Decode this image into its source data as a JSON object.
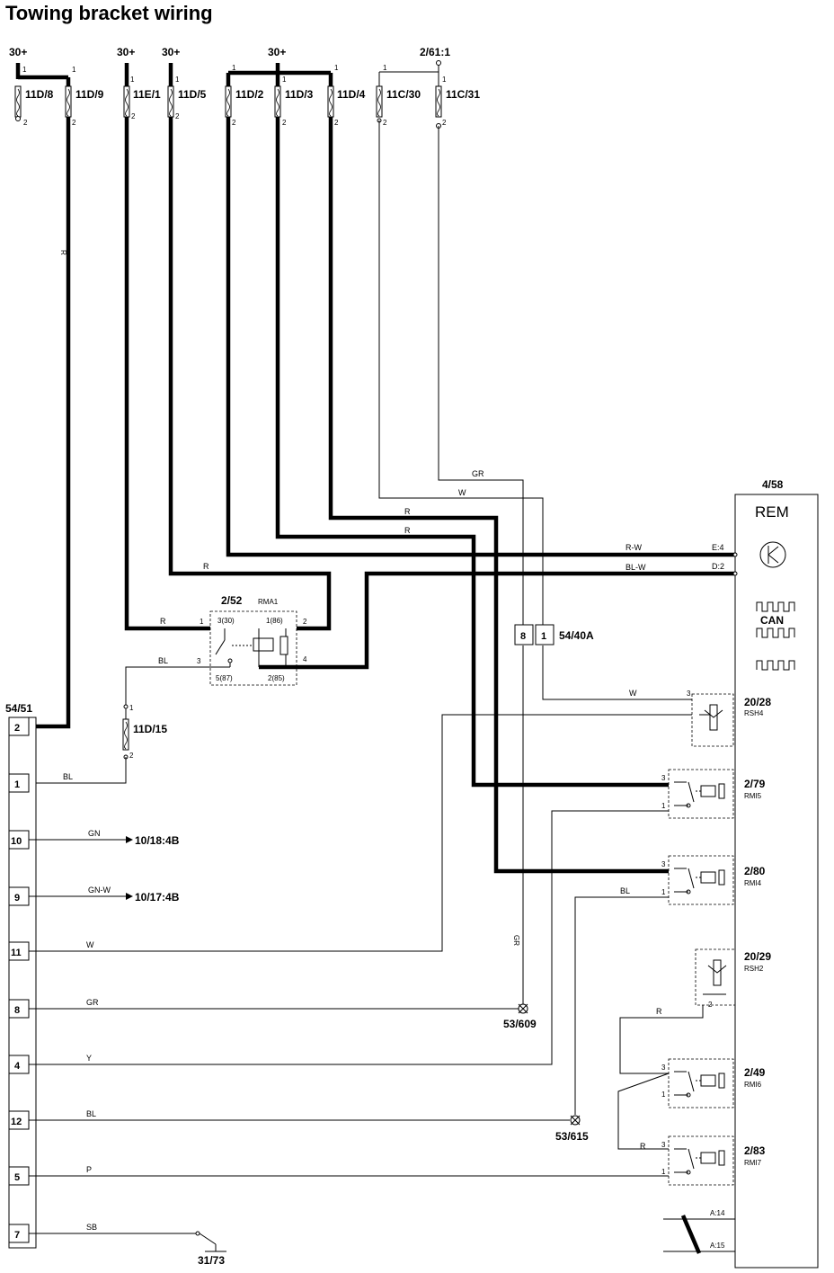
{
  "title": "Towing bracket wiring",
  "supplies": {
    "s1": "30+",
    "s2": "30+",
    "s3": "30+",
    "s4": "30+",
    "s5": "2/61:1"
  },
  "fuses": {
    "f1": "11D/8",
    "f2": "11D/9",
    "f3": "11E/1",
    "f4": "11D/5",
    "f5": "11D/2",
    "f6": "11D/3",
    "f7": "11D/4",
    "f8": "11C/30",
    "f9": "11C/31",
    "f10": "11D/15"
  },
  "wire_colors": {
    "r": "R",
    "bl": "BL",
    "gr": "GR",
    "w": "W",
    "rw": "R-W",
    "blw": "BL-W",
    "gn": "GN",
    "gnw": "GN-W",
    "y": "Y",
    "p": "P",
    "sb": "SB"
  },
  "relay_252": {
    "name": "2/52",
    "code": "RMA1",
    "pin30": "3(30)",
    "pin86": "1(86)",
    "pin87": "5(87)",
    "pin85": "2(85)"
  },
  "connector_5451": {
    "name": "54/51",
    "pins": [
      "2",
      "1",
      "10",
      "9",
      "11",
      "8",
      "4",
      "12",
      "5",
      "7"
    ]
  },
  "connector_5440a": {
    "name": "54/40A",
    "pin_a": "8",
    "pin_b": "1"
  },
  "rem": {
    "name": "4/58",
    "label": "REM",
    "can": "CAN",
    "e4": "E:4",
    "d2": "D:2",
    "a14": "A:14",
    "a15": "A:15"
  },
  "outputs": {
    "o1": "10/18:4B",
    "o2": "10/17:4B"
  },
  "grounds": {
    "g1": "53/609",
    "g2": "53/615",
    "g3": "31/73"
  },
  "modules": {
    "m1": {
      "name": "20/28",
      "code": "RSH4"
    },
    "m2": {
      "name": "2/79",
      "code": "RMI5"
    },
    "m3": {
      "name": "2/80",
      "code": "RMI4"
    },
    "m4": {
      "name": "20/29",
      "code": "RSH2"
    },
    "m5": {
      "name": "2/49",
      "code": "RMI6"
    },
    "m6": {
      "name": "2/83",
      "code": "RMI7"
    }
  },
  "pin_nums": {
    "n1": "1",
    "n2": "2",
    "n3": "3",
    "n4": "4",
    "n5": "5"
  }
}
